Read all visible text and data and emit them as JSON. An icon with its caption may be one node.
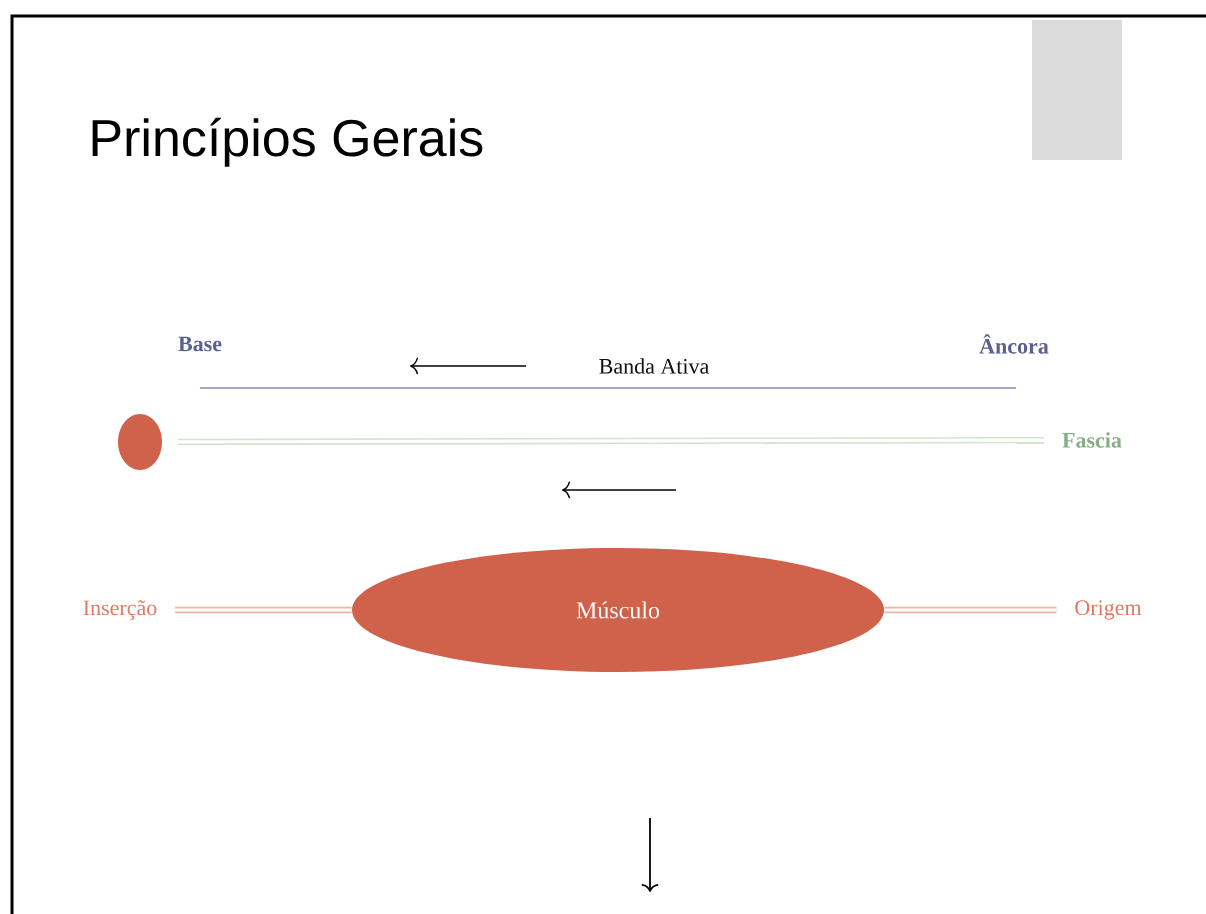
{
  "diagram": {
    "title": "Princípios Gerais",
    "nodes": [
      {
        "text": [],
        "shape": "circle"
      },
      {
        "text": [
          "Fascia"
        ]
      },
      {
        "text": [
          "Inserção"
        ]
      },
      {
        "text": [
          "Músculo"
        ]
      },
      {
        "text": [
          "Origem"
        ]
      }
    ],
    "edges": [
      {
        "from": 0,
        "to": 1,
        "arrow": "none",
        "color": "#d4e2d0"
      },
      {
        "from": 2,
        "to": 3,
        "arrow": "none",
        "color": "#eeb4a6"
      },
      {
        "from": 3,
        "to": 4,
        "arrow": "none",
        "color": "#eeb4a6"
      }
    ],
    "labels": [
      "Base",
      "Âncora",
      "Banda Ativa"
    ]
  }
}
